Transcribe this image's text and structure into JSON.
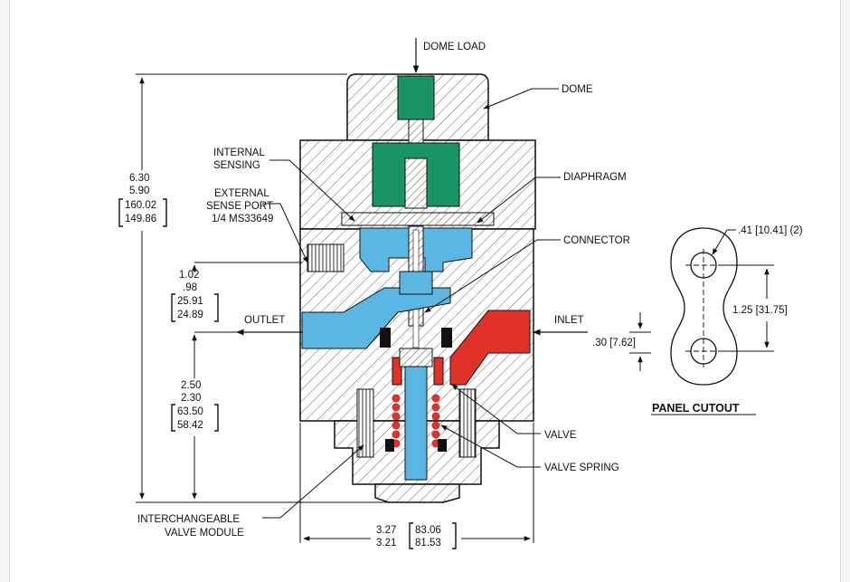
{
  "title": "",
  "labels": {
    "dome_load": "DOME LOAD",
    "dome": "DOME",
    "internal_sensing_1": "INTERNAL",
    "internal_sensing_2": "SENSING",
    "diaphragm": "DIAPHRAGM",
    "external_sense_1": "EXTERNAL",
    "external_sense_2": "SENSE PORT",
    "external_sense_3": "1/4 MS33649",
    "connector": "CONNECTOR",
    "outlet": "OUTLET",
    "inlet": "INLET",
    "valve": "VALVE",
    "valve_spring": "VALVE SPRING",
    "module_1": "INTERCHANGEABLE",
    "module_2": "VALVE MODULE",
    "panel_cutout": "PANEL CUTOUT"
  },
  "dimensions": {
    "height": {
      "l1": "6.30",
      "l2": "5.90",
      "m1": "160.02",
      "m2": "149.86"
    },
    "port": {
      "l1": "1.02",
      "l2": ".98",
      "m1": "25.91",
      "m2": "24.89"
    },
    "lower": {
      "l1": "2.50",
      "l2": "2.30",
      "m1": "63.50",
      "m2": "58.42"
    },
    "width": {
      "l1": "3.27",
      "l2": "3.21",
      "m1": "83.06",
      "m2": "81.53"
    },
    "inlet_offset": ".30 [7.62]",
    "hole": ".41 [10.41] (2)",
    "hole_spacing": "1.25 [31.75]"
  },
  "colors": {
    "dome_load": "#1a9464",
    "sensing": "#5bb6e3",
    "inlet_red": "#e1322a",
    "line": "#111111",
    "hatch": "#555555"
  }
}
